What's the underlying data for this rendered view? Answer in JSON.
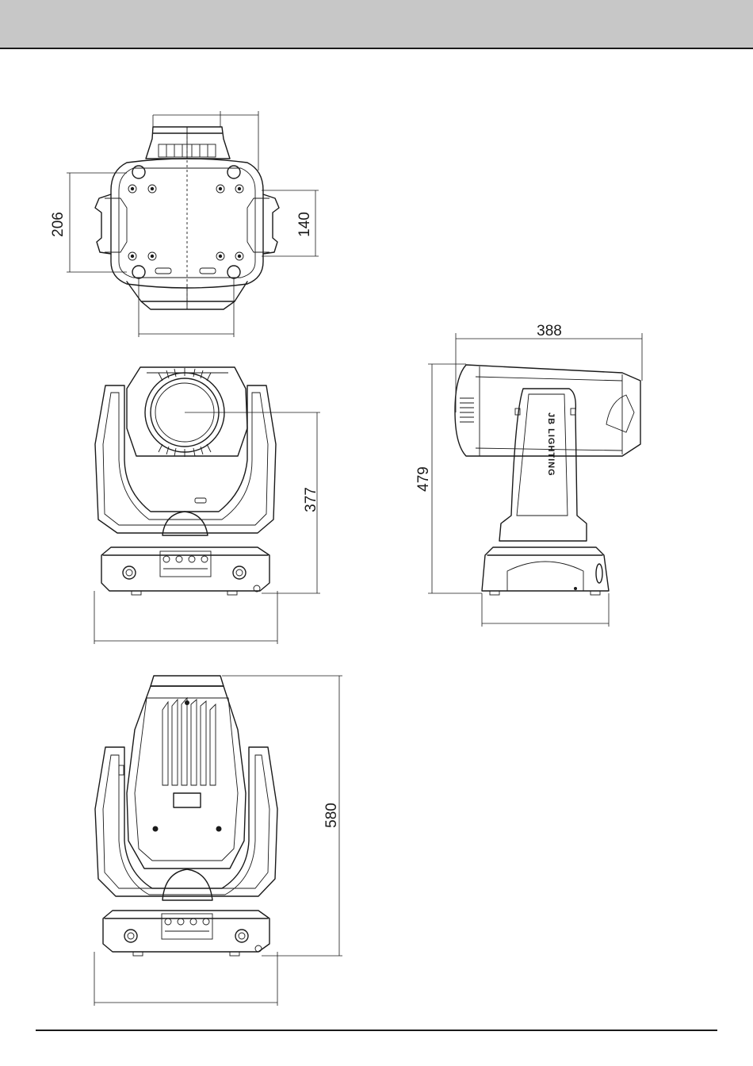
{
  "dimensions": {
    "top_view_depth": "206",
    "top_view_handle_spacing": "140",
    "front_view_height": "377",
    "side_view_width": "388",
    "side_view_height": "479",
    "rear_view_height": "580"
  },
  "branding": {
    "side_logo": "JB LIGHTING"
  }
}
